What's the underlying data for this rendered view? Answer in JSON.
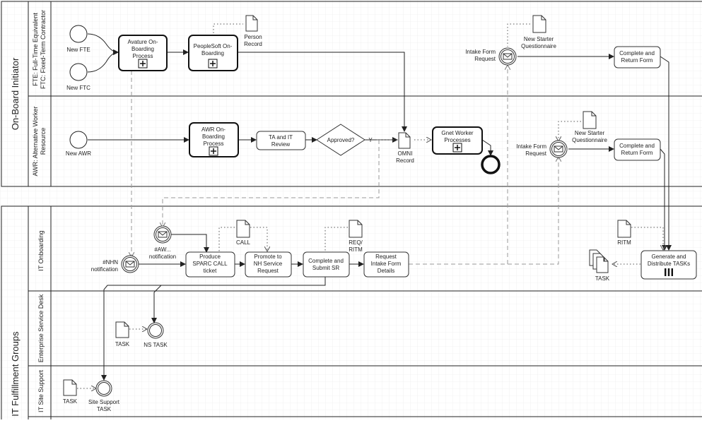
{
  "pools": {
    "initiator": "On-Board Initiator",
    "fulfillment": "e IT Fulfillment Groups"
  },
  "lanes": {
    "fte_line1": "FTE: Full-Time Equivalent",
    "fte_line2": "FTC: Fixed-Term Contractor",
    "awr_line1": "AWR: Alternative Worker",
    "awr_line2": "Resource",
    "it_onboarding": "IT Onboarding",
    "enterprise_desk": "Enterprise Service Desk",
    "site_support": "IT Site Support"
  },
  "events": {
    "new_fte": "New FTE",
    "new_ftc": "New FTC",
    "new_awr": "New AWR",
    "nhn_line1": "#NHN",
    "nhn_line2": "notification",
    "aw_line1": "#AW...",
    "aw_line2": "notification",
    "intake1_line1": "Intake Form",
    "intake1_line2": "Request",
    "intake2_line1": "Intake Form",
    "intake2_line2": "Request",
    "ns_task": "NS TASK",
    "site_task_line1": "Site Support",
    "site_task_line2": "TASK"
  },
  "tasks": {
    "avature": [
      "Avature On-",
      "Boarding",
      "Process"
    ],
    "peoplesoft": [
      "PeopleSoft On-",
      "Boarding"
    ],
    "awr_onboarding": [
      "AWR On-",
      "Boarding",
      "Process"
    ],
    "ta_it_review": [
      "TA and IT",
      "Review"
    ],
    "gnet": [
      "Gnet Worker",
      "Processes"
    ],
    "complete_return_1": [
      "Complete and",
      "Return Form"
    ],
    "complete_return_2": [
      "Complete and",
      "Return Form"
    ],
    "produce_sparc": [
      "Produce",
      "SPARC CALL",
      "ticket"
    ],
    "promote_nh": [
      "Promote to",
      "NH Service",
      "Request"
    ],
    "complete_submit": [
      "Complete and",
      "Submit SR"
    ],
    "request_intake": [
      "Request",
      "Intake Form",
      "Details"
    ],
    "generate_distribute": [
      "Generate and",
      "Distribute TASKs"
    ]
  },
  "gateway": {
    "label": "Approved?",
    "yes": "Y"
  },
  "artifacts": {
    "person_record": [
      "Person",
      "Record"
    ],
    "omni_record": [
      "OMNI",
      "Record"
    ],
    "new_starter_1": [
      "New Starter",
      "Questionnaire"
    ],
    "new_starter_2": [
      "New Starter",
      "Questionnaire"
    ],
    "call": "CALL",
    "req_ritm": [
      "REQ/",
      "RITM"
    ],
    "ritm": "RITM",
    "task_multi": "TASK",
    "task_esd": "TASK",
    "task_site": "TASK"
  },
  "colors": {
    "line": "#222222",
    "grid": "#e6e6e6",
    "dashed": "#999999"
  }
}
